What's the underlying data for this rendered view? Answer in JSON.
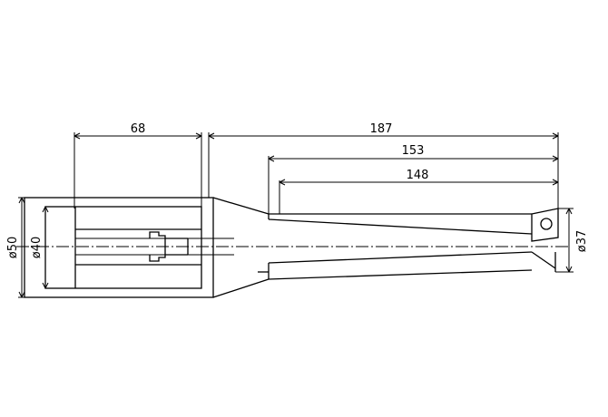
{
  "dimensions": {
    "shank_length": "68",
    "overall_length": "187",
    "flute_length": "153",
    "cutting_depth": "148",
    "flange_diameter": "ø50",
    "shank_diameter": "ø40",
    "cutting_diameter": "ø37"
  },
  "colors": {
    "line": "#000000",
    "background": "#ffffff"
  }
}
